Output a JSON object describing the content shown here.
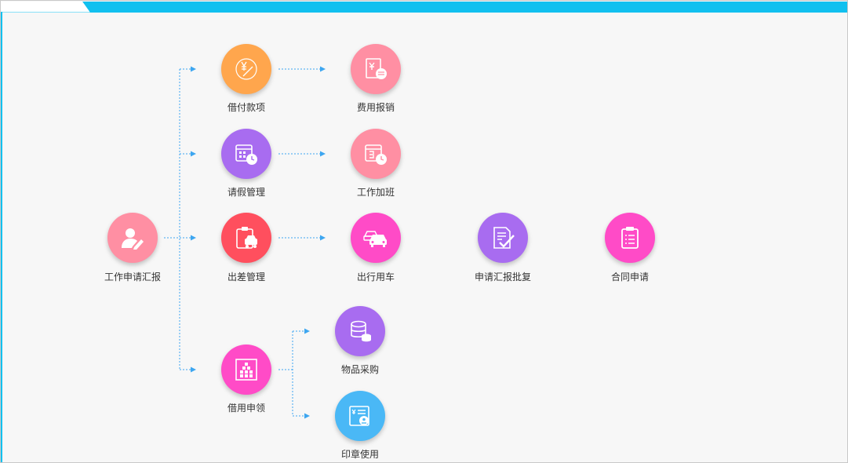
{
  "colors": {
    "topbar": "#11c0ef",
    "connector": "#3da6f0",
    "orange": "#ffa64d",
    "purple": "#a86cf0",
    "pink": "#ff8fa3",
    "red": "#ff4f5e",
    "magenta": "#ff4bc7",
    "blue": "#4ab8f6"
  },
  "nodes": {
    "root": {
      "label": "工作申请汇报",
      "icon": "user-pencil-icon"
    },
    "loan_payment": {
      "label": "借付款项",
      "icon": "yen-coin-icon"
    },
    "expense_reimbursement": {
      "label": "费用报销",
      "icon": "receipt-exchange-icon"
    },
    "leave_management": {
      "label": "请假管理",
      "icon": "calendar-clock-icon"
    },
    "overtime": {
      "label": "工作加班",
      "icon": "calendar-clock-icon"
    },
    "business_trip": {
      "label": "出差管理",
      "icon": "clipboard-car-icon"
    },
    "vehicle_use": {
      "label": "出行用车",
      "icon": "cars-icon"
    },
    "report_approval": {
      "label": "申请汇报批复",
      "icon": "document-check-icon"
    },
    "contract_request": {
      "label": "合同申请",
      "icon": "clipboard-list-icon"
    },
    "borrow_request": {
      "label": "借用申领",
      "icon": "building-icon"
    },
    "goods_purchase": {
      "label": "物品采购",
      "icon": "database-icon"
    },
    "seal_usage": {
      "label": "印章使用",
      "icon": "stamp-document-icon"
    }
  }
}
